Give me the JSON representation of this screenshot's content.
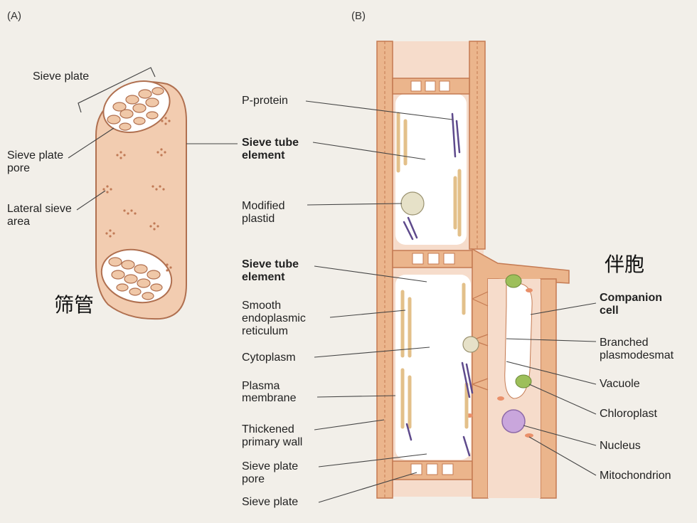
{
  "panels": {
    "a": "(A)",
    "b": "(B)"
  },
  "labels_a": {
    "sieve_plate": "Sieve plate",
    "sieve_plate_pore_1": "Sieve plate",
    "sieve_plate_pore_2": "pore",
    "lateral_sieve_1": "Lateral sieve",
    "lateral_sieve_2": "area"
  },
  "labels_b": {
    "p_protein": "P-protein",
    "ste1_1": "Sieve tube",
    "ste1_2": "element",
    "plastid_1": "Modified",
    "plastid_2": "plastid",
    "ste2_1": "Sieve tube",
    "ste2_2": "element",
    "ser_1": "Smooth",
    "ser_2": "endoplasmic",
    "ser_3": "reticulum",
    "cytoplasm": "Cytoplasm",
    "plasma_1": "Plasma",
    "plasma_2": "membrane",
    "wall_1": "Thickened",
    "wall_2": "primary wall",
    "pore_1": "Sieve plate",
    "pore_2": "pore",
    "sieve_plate": "Sieve plate",
    "companion_1": "Companion",
    "companion_2": "cell",
    "branched_1": "Branched",
    "branched_2": "plasmodesmat",
    "vacuole": "Vacuole",
    "chloroplast": "Chloroplast",
    "nucleus": "Nucleus",
    "mitochondrion": "Mitochondrion"
  },
  "annotations": {
    "sieve_tube_cn": "筛管",
    "companion_cell_cn": "伴胞"
  },
  "colors": {
    "wall": "#ebb58c",
    "wall_edge": "#c47a52",
    "cell_fill": "#f6dccb",
    "lumen": "#ffffff",
    "p_protein": "#5e4a8c",
    "er": "#e3c08a",
    "chloroplast": "#9dbf5a",
    "nucleus": "#c9a6dc"
  }
}
